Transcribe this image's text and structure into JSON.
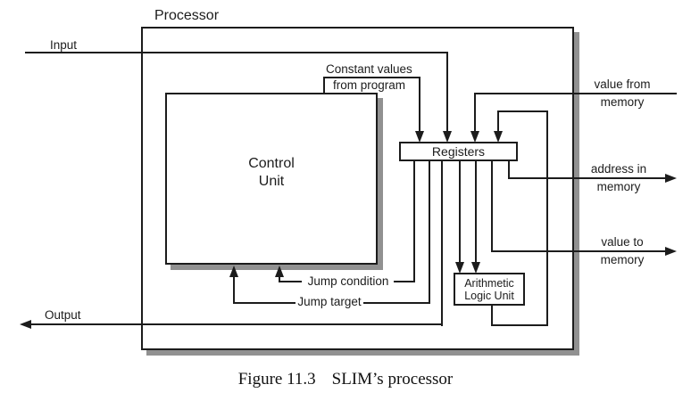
{
  "colors": {
    "line": "#1c1c1c",
    "shadow": "#919191",
    "background": "#ffffff"
  },
  "processor": {
    "label": "Processor"
  },
  "boxes": {
    "control_unit": {
      "line1": "Control",
      "line2": "Unit"
    },
    "registers": {
      "label": "Registers"
    },
    "alu": {
      "line1": "Arithmetic",
      "line2": "Logic Unit"
    }
  },
  "io_labels": {
    "input": "Input",
    "output": "Output",
    "constant_values": {
      "line1": "Constant values",
      "line2": "from program"
    },
    "value_from_memory": {
      "line1": "value from",
      "line2": "memory"
    },
    "address_in_memory": {
      "line1": "address in",
      "line2": "memory"
    },
    "value_to_memory": {
      "line1": "value to",
      "line2": "memory"
    },
    "jump_condition": "Jump condition",
    "jump_target": "Jump target"
  },
  "caption": {
    "number": "Figure 11.3",
    "title": "SLIM’s processor"
  }
}
